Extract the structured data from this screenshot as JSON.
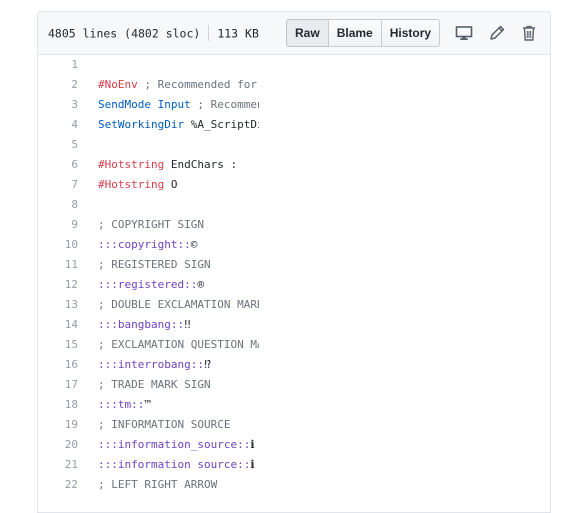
{
  "file_info": {
    "lines": "4805 lines (4802 sloc)",
    "size": "113 KB"
  },
  "toolbar": {
    "raw_label": "Raw",
    "blame_label": "Blame",
    "history_label": "History",
    "icons": [
      "desktop-icon",
      "pencil-icon",
      "trash-icon"
    ]
  },
  "colors": {
    "directive": "#d73a49",
    "keyword": "#005cc5",
    "comment": "#6a737d",
    "hotstring": "#6f42c1",
    "line_number": "#959da5"
  },
  "code": {
    "lines": [
      {
        "num": "1",
        "a": "",
        "b": ""
      },
      {
        "num": "2",
        "a": "#NoEnv",
        "b": "  ; Recommended for"
      },
      {
        "num": "3",
        "a": "SendMode Input",
        "b": "  ; Recommended"
      },
      {
        "num": "4",
        "a": "SetWorkingDir",
        "b": " %A_ScriptDir%"
      },
      {
        "num": "5",
        "a": "",
        "b": ""
      },
      {
        "num": "6",
        "a": "#Hotstring",
        "b": " EndChars :"
      },
      {
        "num": "7",
        "a": "#Hotstring",
        "b": " O"
      },
      {
        "num": "8",
        "a": "",
        "b": ""
      },
      {
        "num": "9",
        "a": "; COPYRIGHT SIGN",
        "b": ""
      },
      {
        "num": "10",
        "a": ":::copyright::",
        "b": "©"
      },
      {
        "num": "11",
        "a": "; REGISTERED SIGN",
        "b": ""
      },
      {
        "num": "12",
        "a": ":::registered::",
        "b": "®"
      },
      {
        "num": "13",
        "a": "; DOUBLE EXCLAMATION MARK",
        "b": ""
      },
      {
        "num": "14",
        "a": ":::bangbang::",
        "b": "‼"
      },
      {
        "num": "15",
        "a": "; EXCLAMATION QUESTION MARK",
        "b": ""
      },
      {
        "num": "16",
        "a": ":::interrobang::",
        "b": "⁉"
      },
      {
        "num": "17",
        "a": "; TRADE MARK SIGN",
        "b": ""
      },
      {
        "num": "18",
        "a": ":::tm::",
        "b": "™"
      },
      {
        "num": "19",
        "a": "; INFORMATION SOURCE",
        "b": ""
      },
      {
        "num": "20",
        "a": ":::information_source::",
        "b": "ℹ"
      },
      {
        "num": "21",
        "a": ":::information source::",
        "b": "ℹ"
      },
      {
        "num": "22",
        "a": "; LEFT RIGHT ARROW",
        "b": ""
      }
    ]
  }
}
